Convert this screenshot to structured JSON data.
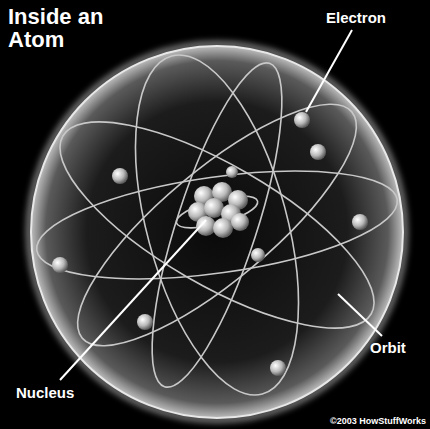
{
  "diagram": {
    "title": "Inside an Atom",
    "labels": [
      "Electron",
      "Orbit",
      "Nucleus",
      "©2003 HowStuffWorks"
    ]
  }
}
